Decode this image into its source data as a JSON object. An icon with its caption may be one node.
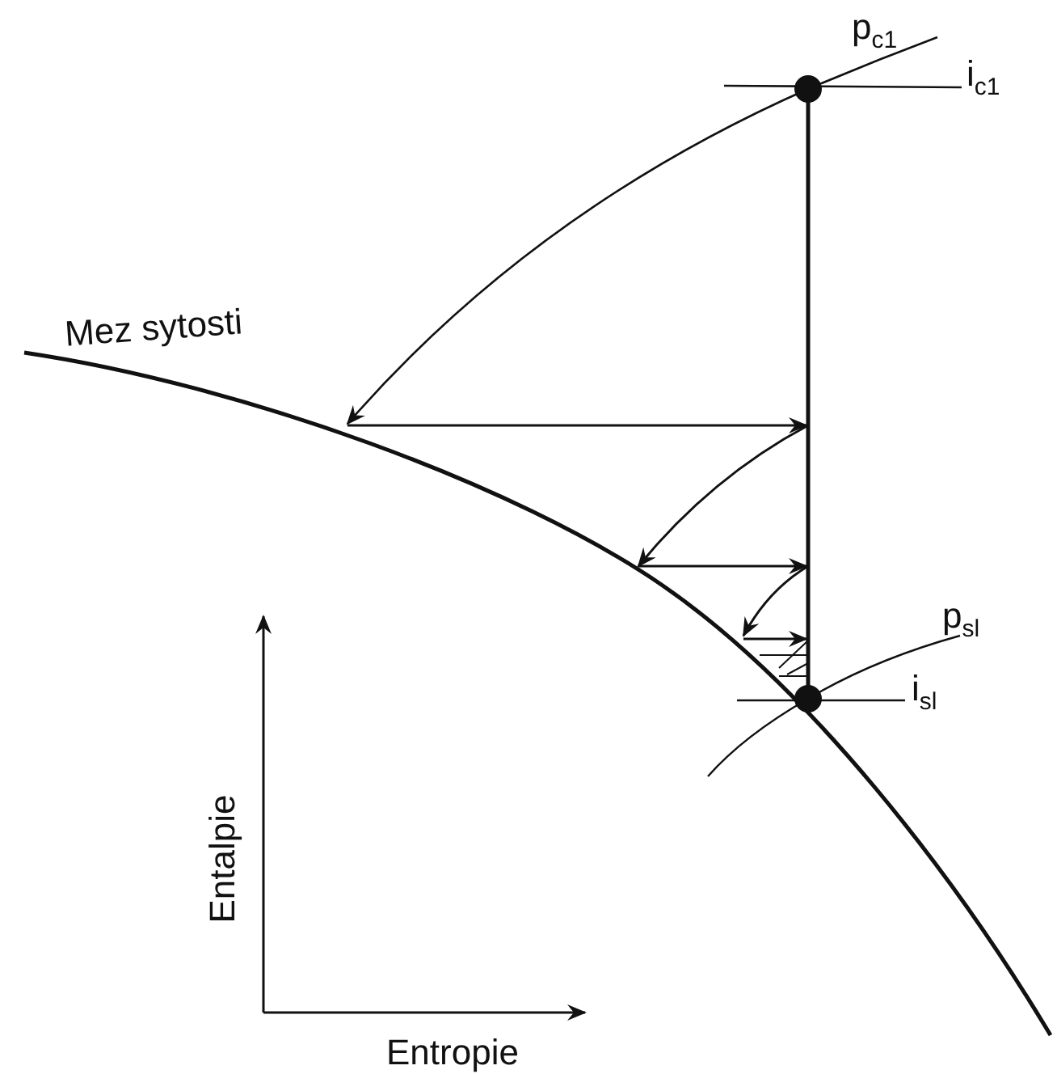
{
  "diagram": {
    "labels": [
      "p$_{c1}$",
      "i$_{c1}$",
      "Mez sytosti",
      "p$_{sl}$",
      "i$_{sl}$",
      "Entalpie",
      "Entropie"
    ]
  }
}
